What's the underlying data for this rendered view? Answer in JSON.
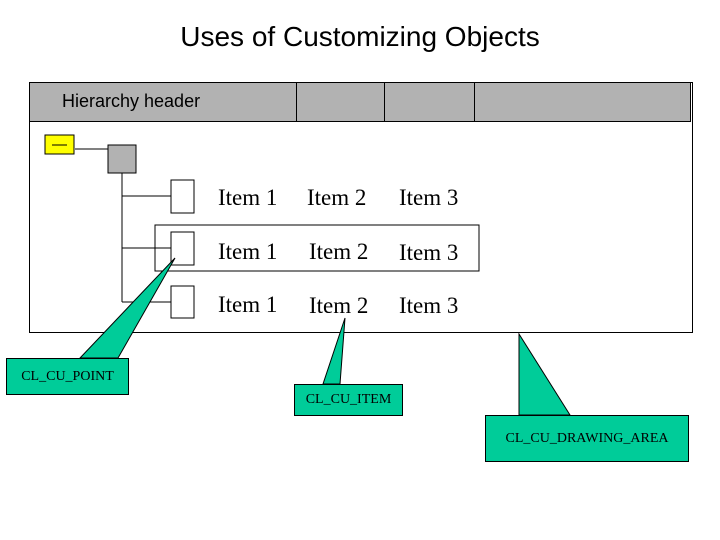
{
  "title": "Uses of Customizing Objects",
  "header": {
    "label": "Hierarchy header"
  },
  "rows": [
    {
      "items": [
        "Item 1",
        "Item 2",
        "Item 3"
      ]
    },
    {
      "items": [
        "Item 1",
        "Item 2",
        "Item 3"
      ]
    },
    {
      "items": [
        "Item 1",
        "Item 2",
        "Item 3"
      ]
    }
  ],
  "callouts": {
    "point": "CL_CU_POINT",
    "item": "CL_CU_ITEM",
    "drawing_area": "CL_CU_DRAWING_AREA"
  },
  "colors": {
    "header_fill": "#b2b2b2",
    "callout_fill": "#00cc99",
    "expander_fill": "#ffff00",
    "folder_node_fill": "#b2b2b2"
  }
}
